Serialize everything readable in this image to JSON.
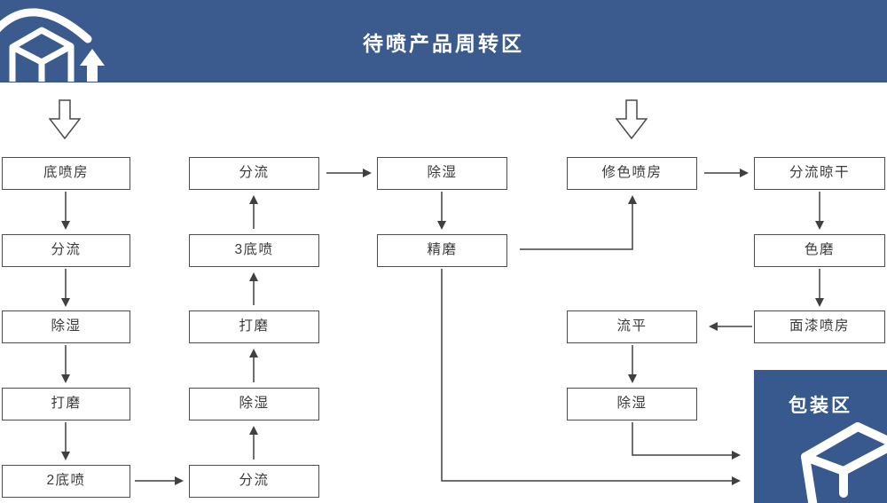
{
  "banner": {
    "title": "待喷产品周转区"
  },
  "packaging": {
    "label": "包装区"
  },
  "flow": {
    "col1": [
      "底喷房",
      "分流",
      "除湿",
      "打磨",
      "2底喷"
    ],
    "col2": [
      "分流",
      "3底喷",
      "打磨",
      "除湿",
      "分流"
    ],
    "col3": [
      "除湿",
      "精磨"
    ],
    "col4": [
      "修色喷房",
      "流平",
      "除湿"
    ],
    "col5": [
      "分流晾干",
      "色磨",
      "面漆喷房"
    ]
  },
  "colors": {
    "banner_bg": "#3b5b8e",
    "packaging_bg": "#37598d",
    "banner_text": "#ffffff",
    "box_border": "#4d4d4d",
    "box_text": "#3a3a3a",
    "arrow": "#404040"
  }
}
